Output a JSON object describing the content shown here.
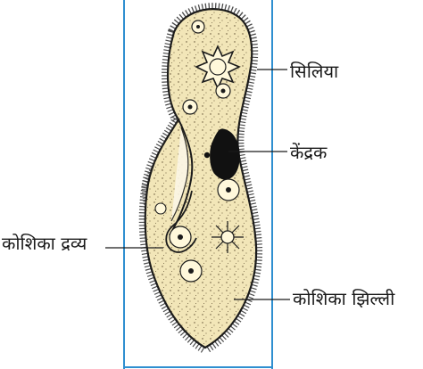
{
  "figure": {
    "frame_color": "#2f8fd0",
    "body_fill": "#f2e6b8",
    "outline_color": "#1b1b1b",
    "nucleus_color": "#111111",
    "labels": {
      "cilia": "सिलिया",
      "nucleus": "केंद्रक",
      "cytoplasm": "कोशिका द्रव्य",
      "cell_membrane": "कोशिका झिल्ली"
    }
  }
}
